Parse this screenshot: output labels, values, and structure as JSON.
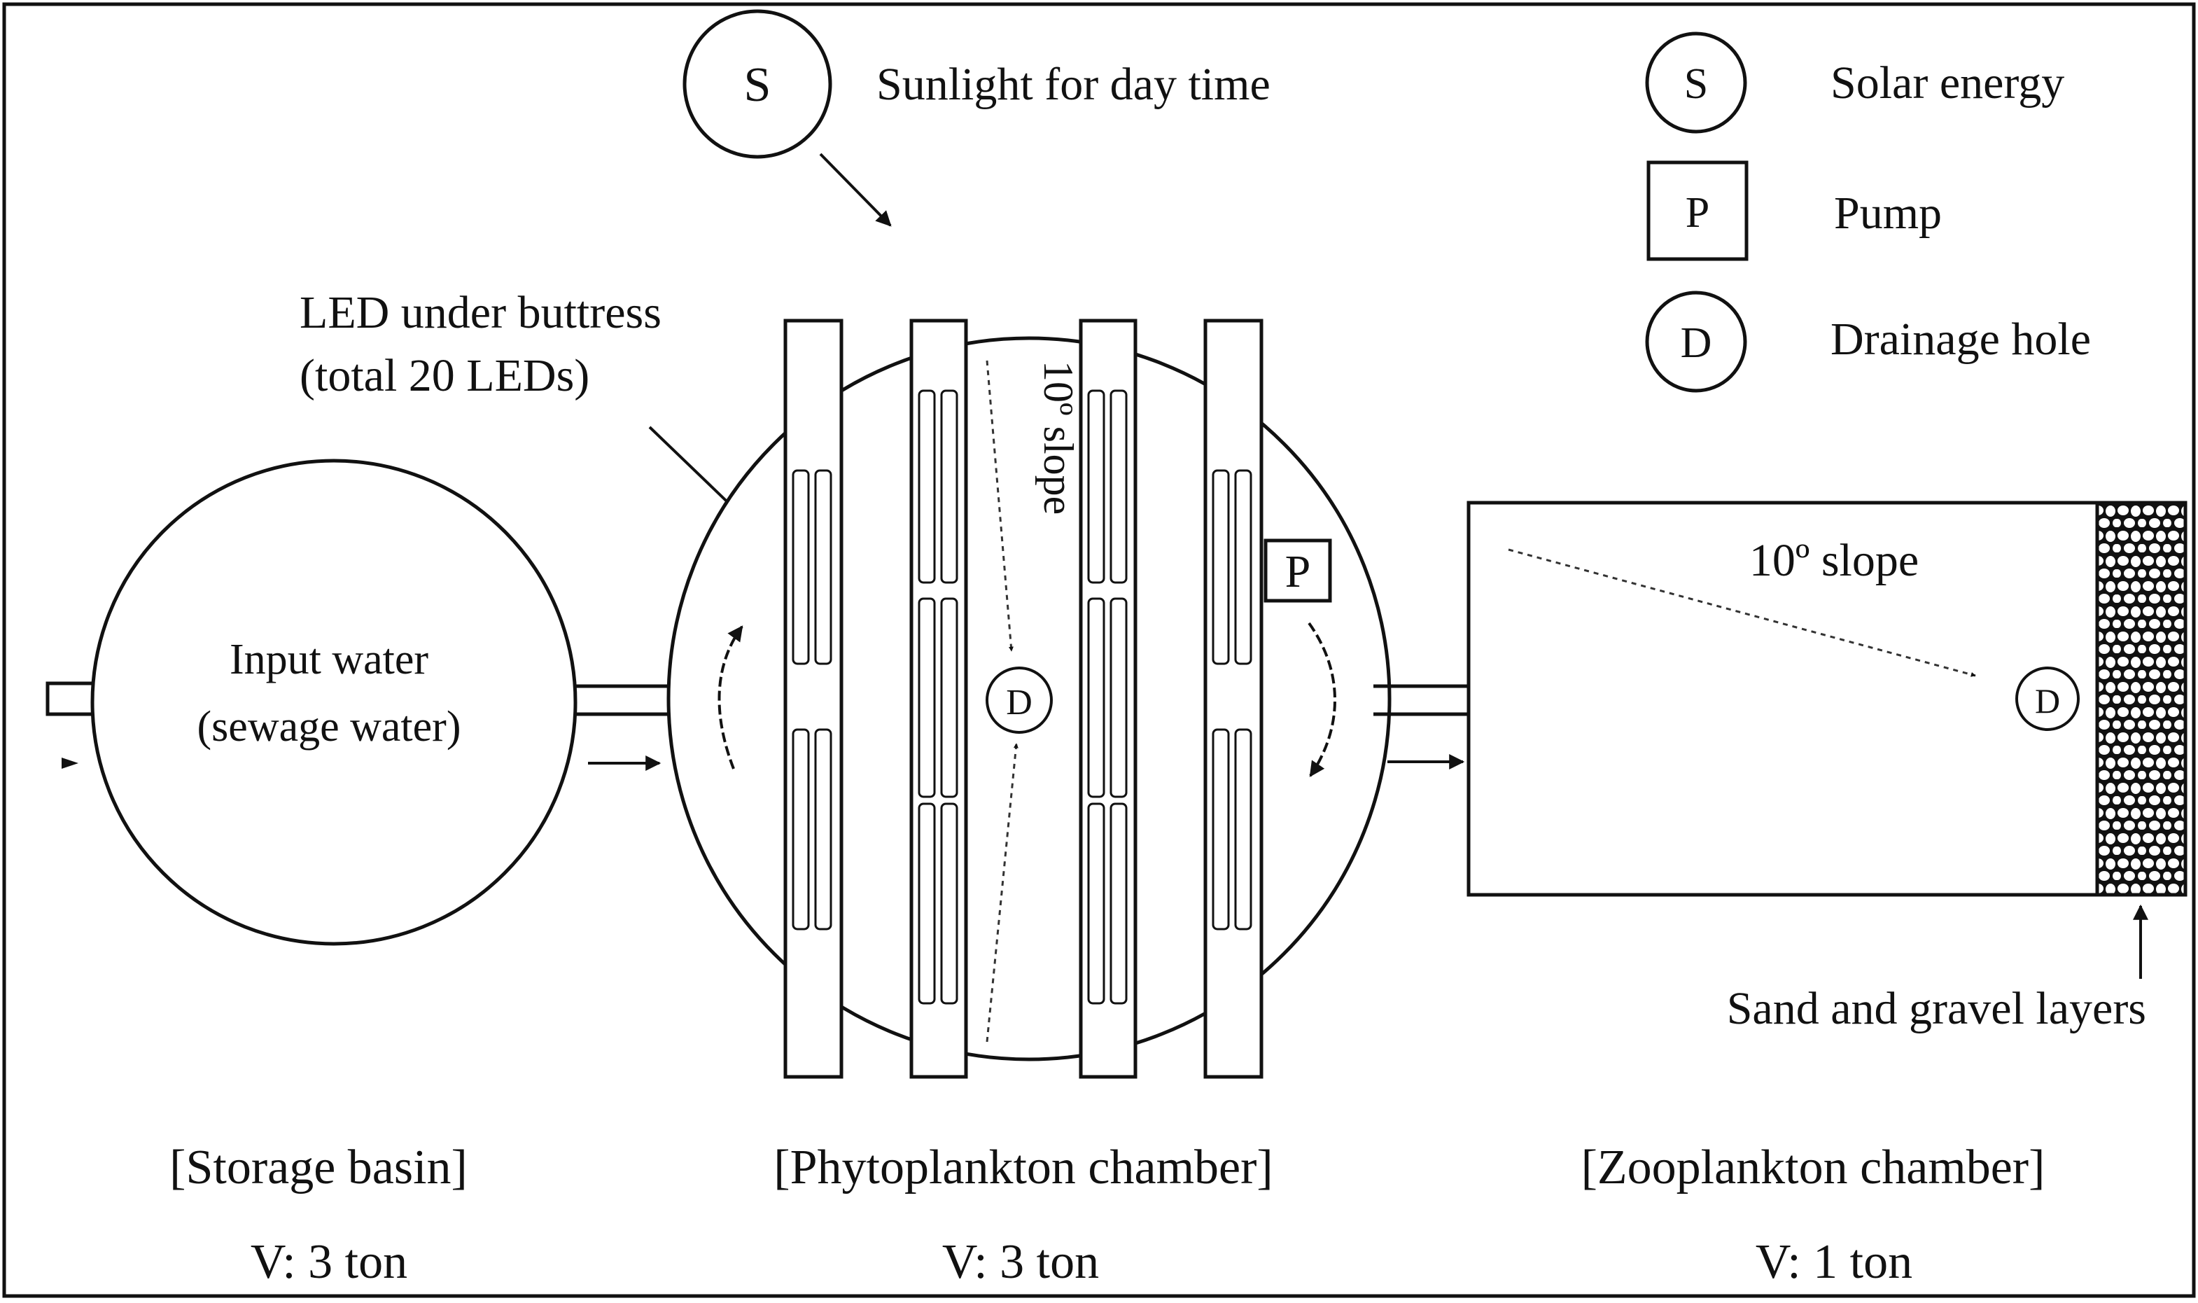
{
  "legend": {
    "solar": {
      "symbol": "S",
      "label": "Solar energy"
    },
    "pump": {
      "symbol": "P",
      "label": "Pump"
    },
    "drain": {
      "symbol": "D",
      "label": "Drainage hole"
    }
  },
  "sunlight": {
    "symbol": "S",
    "label": "Sunlight for day time"
  },
  "led_note": {
    "line1": "LED under buttress",
    "line2": "(total 20 LEDs)"
  },
  "storage": {
    "inner_line1": "Input water",
    "inner_line2": "(sewage water)",
    "name": "[Storage basin]",
    "volume": "V: 3 ton"
  },
  "phyto": {
    "name": "[Phytoplankton chamber]",
    "volume": "V: 3 ton",
    "slope": "10º slope",
    "pump_symbol": "P",
    "drain_symbol": "D"
  },
  "zoo": {
    "name": "[Zooplankton chamber]",
    "volume": "V: 1 ton",
    "slope": "10º slope",
    "drain_symbol": "D"
  },
  "sand_label": "Sand and gravel layers"
}
